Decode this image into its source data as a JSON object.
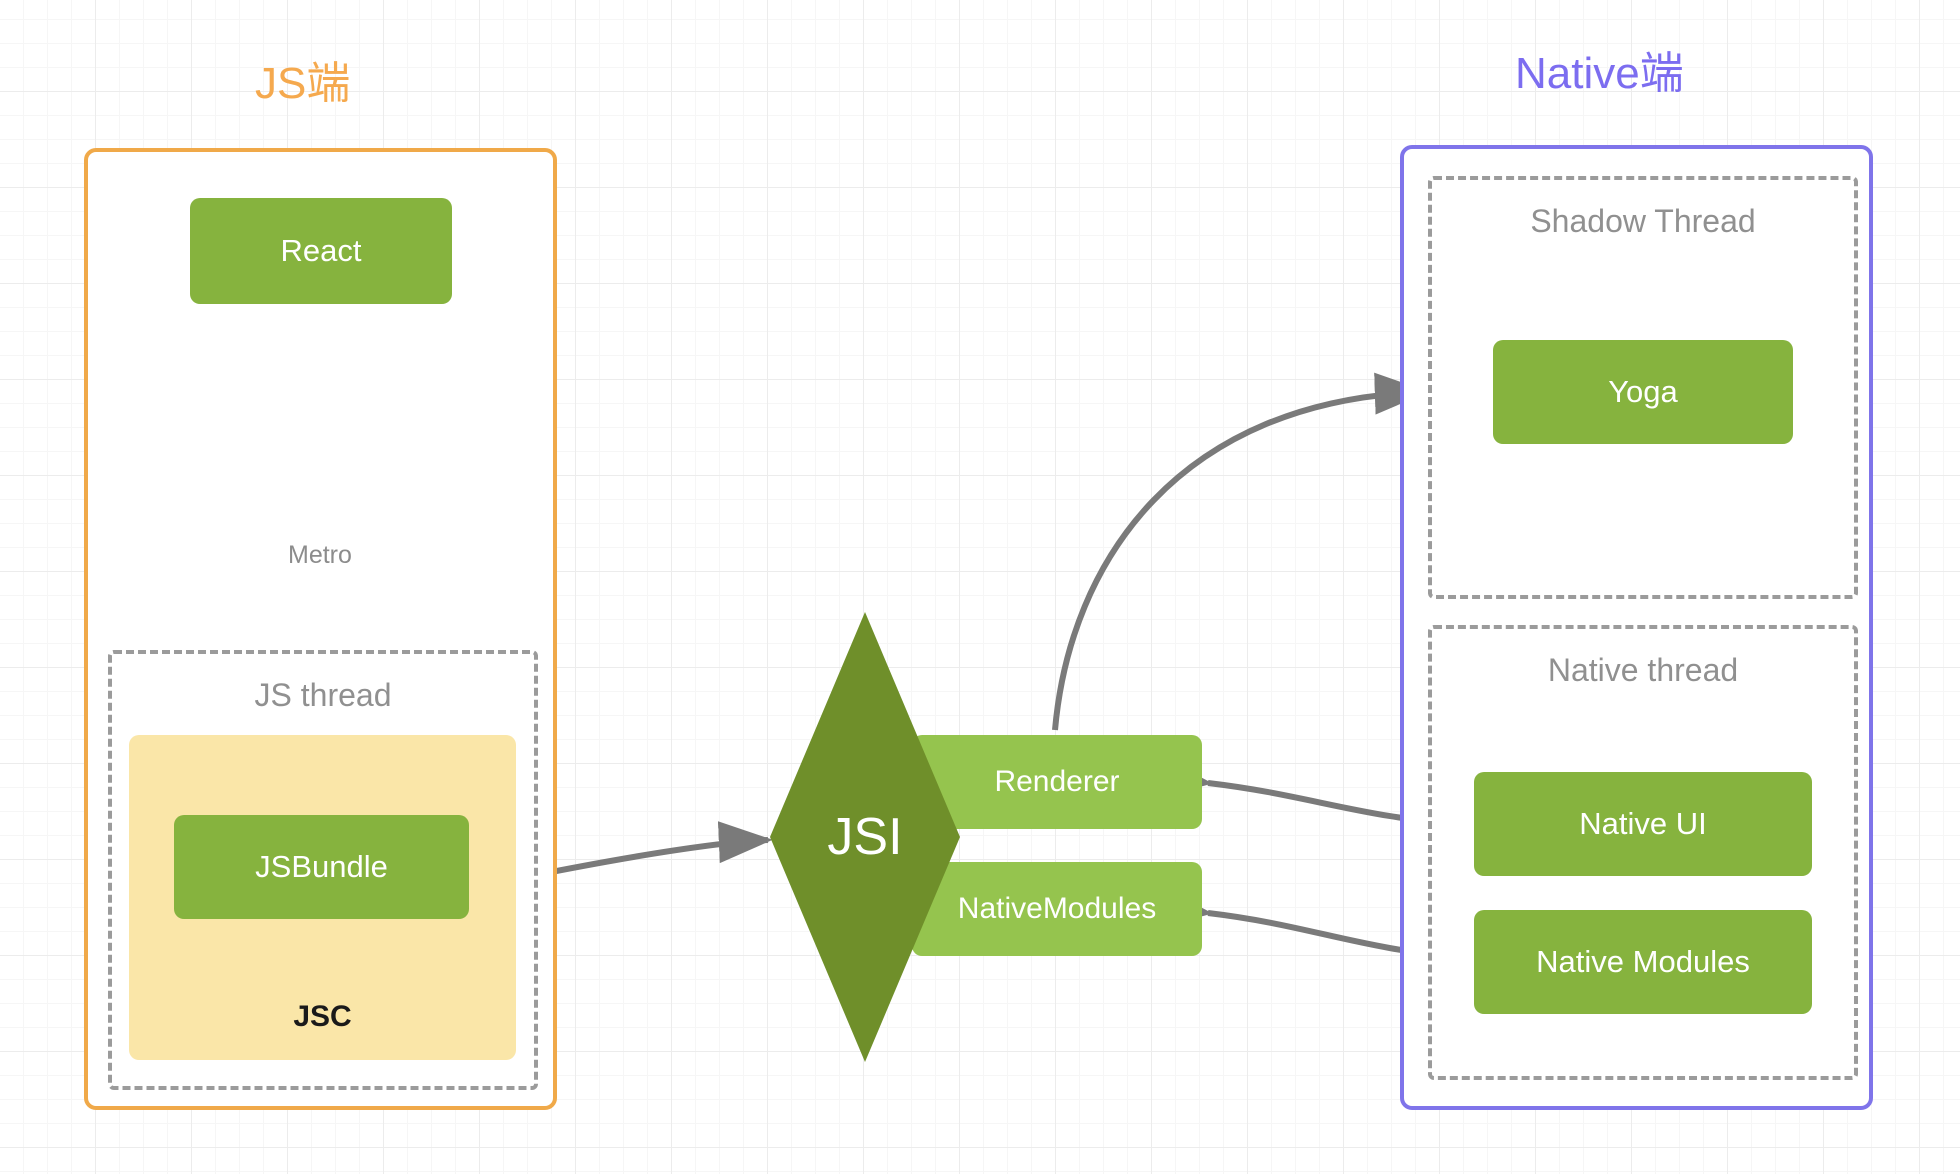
{
  "diagram": {
    "title_js": "JS端",
    "title_native": "Native端",
    "colors": {
      "js_accent": "#f0a949",
      "native_accent": "#7f74ea",
      "node_green": "#86b33e",
      "node_green_light": "#95c44e",
      "diamond_green": "#6f8f2a",
      "jsc_yellow": "#fae6a8",
      "dashed_gray": "#9b9b9b",
      "arrow_gray": "#7a7a7a",
      "label_gray": "#909090",
      "grid_line": "#ececec",
      "background": "#ffffff"
    }
  },
  "js_side": {
    "panel_title": "JS端",
    "nodes": {
      "react": "React",
      "jsbundle": "JSBundle"
    },
    "thread_group_label": "JS thread",
    "engine_label": "JSC",
    "edge_label_metro": "Metro"
  },
  "bridge": {
    "diamond_label": "JSI",
    "channels": [
      {
        "label": "Renderer"
      },
      {
        "label": "NativeModules"
      }
    ]
  },
  "native_side": {
    "panel_title": "Native端",
    "groups": [
      {
        "label": "Shadow Thread",
        "nodes": [
          {
            "label": "Yoga"
          }
        ]
      },
      {
        "label": "Native thread",
        "nodes": [
          {
            "label": "Native UI"
          },
          {
            "label": "Native Modules"
          }
        ]
      }
    ]
  },
  "connections": [
    {
      "from": "React",
      "to": "JSBundle",
      "label": "Metro",
      "direction": "one-way"
    },
    {
      "from": "JSBundle",
      "to": "JSI",
      "label": "",
      "direction": "two-way"
    },
    {
      "from": "Renderer",
      "to": "Yoga",
      "label": "",
      "direction": "one-way-curved"
    },
    {
      "from": "Renderer",
      "to": "Native UI",
      "label": "",
      "direction": "two-way"
    },
    {
      "from": "NativeModules",
      "to": "Native Modules",
      "label": "",
      "direction": "two-way"
    }
  ]
}
